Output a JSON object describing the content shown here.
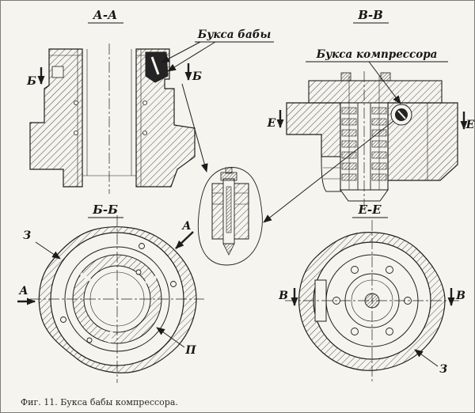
{
  "figure": {
    "caption": "Фиг. 11. Букса бабы компрессора."
  },
  "views": {
    "aa": {
      "title": "А-А",
      "callout": "Букса бабы",
      "mark_left": "Б",
      "mark_right": "Б"
    },
    "vv": {
      "title": "В-В",
      "callout": "Букса компрессора",
      "mark_left": "Е",
      "mark_right": "Е"
    },
    "bb": {
      "title": "Б-Б",
      "mark_top": "А",
      "mark_left": "А",
      "label_outer": "З",
      "label_inner": "П"
    },
    "ee": {
      "title": "Е-Е",
      "mark_left": "В",
      "mark_right": "В",
      "label_outer": "З"
    }
  }
}
